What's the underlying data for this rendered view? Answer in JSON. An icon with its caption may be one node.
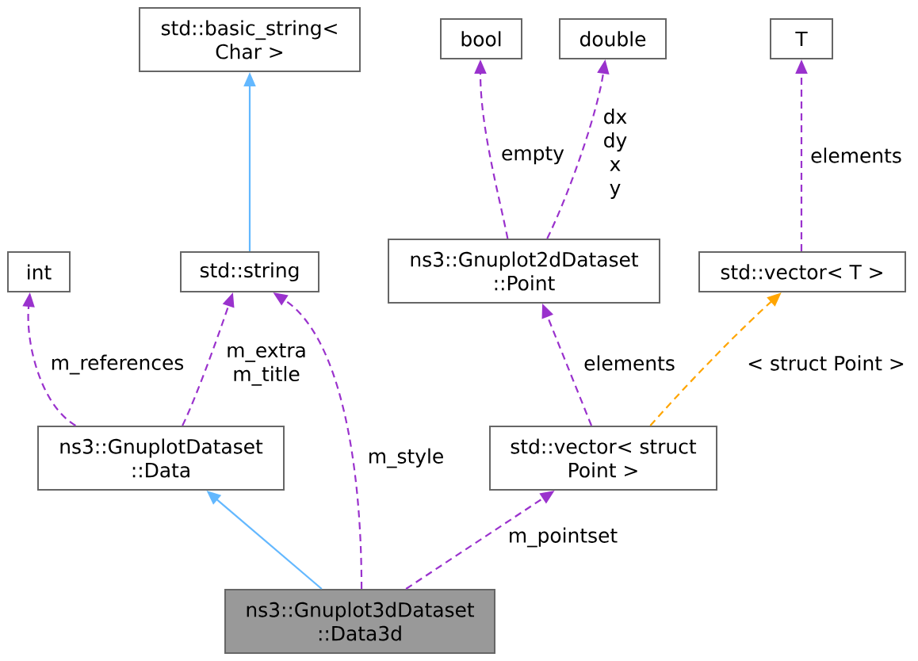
{
  "diagram": {
    "nodes": [
      {
        "text": [
          "std::basic_string< Char >"
        ]
      },
      {
        "text": [
          "bool"
        ]
      },
      {
        "text": [
          "double"
        ]
      },
      {
        "text": [
          "T"
        ]
      },
      {
        "text": [
          "int"
        ]
      },
      {
        "text": [
          "std::string"
        ]
      },
      {
        "text": [
          "ns3::Gnuplot2dDataset ::Point"
        ]
      },
      {
        "text": [
          "std::vector< T >"
        ]
      },
      {
        "text": [
          "ns3::GnuplotDataset ::Data"
        ]
      },
      {
        "text": [
          "std::vector< struct Point >"
        ]
      },
      {
        "text": [
          "ns3::Gnuplot3dDataset ::Data3d"
        ]
      }
    ],
    "edges": [
      {
        "from": 5,
        "to": 0,
        "arrow": "to",
        "color": "#63b8ff"
      },
      {
        "from": 6,
        "to": 1,
        "arrow": "to",
        "label": "empty",
        "style": "dashed"
      },
      {
        "from": 6,
        "to": 2,
        "arrow": "to",
        "label": "dx dy x y",
        "style": "dashed"
      },
      {
        "from": 7,
        "to": 3,
        "arrow": "to",
        "label": "elements",
        "style": "dashed"
      },
      {
        "from": 8,
        "to": 4,
        "arrow": "to",
        "label": "m_references",
        "style": "dashed"
      },
      {
        "from": 8,
        "to": 5,
        "arrow": "to",
        "label": "m_extra m_title",
        "style": "dashed"
      },
      {
        "from": 10,
        "to": 5,
        "arrow": "to",
        "label": "m_style",
        "style": "dashed"
      },
      {
        "from": 9,
        "to": 6,
        "arrow": "to",
        "label": "elements",
        "style": "dashed"
      },
      {
        "from": 9,
        "to": 7,
        "arrow": "to",
        "label": "< struct Point >",
        "style": "dashed",
        "color": "#ffa500"
      },
      {
        "from": 10,
        "to": 8,
        "arrow": "to",
        "color": "#63b8ff"
      },
      {
        "from": 10,
        "to": 9,
        "arrow": "to",
        "label": "m_pointset",
        "style": "dashed"
      }
    ]
  }
}
